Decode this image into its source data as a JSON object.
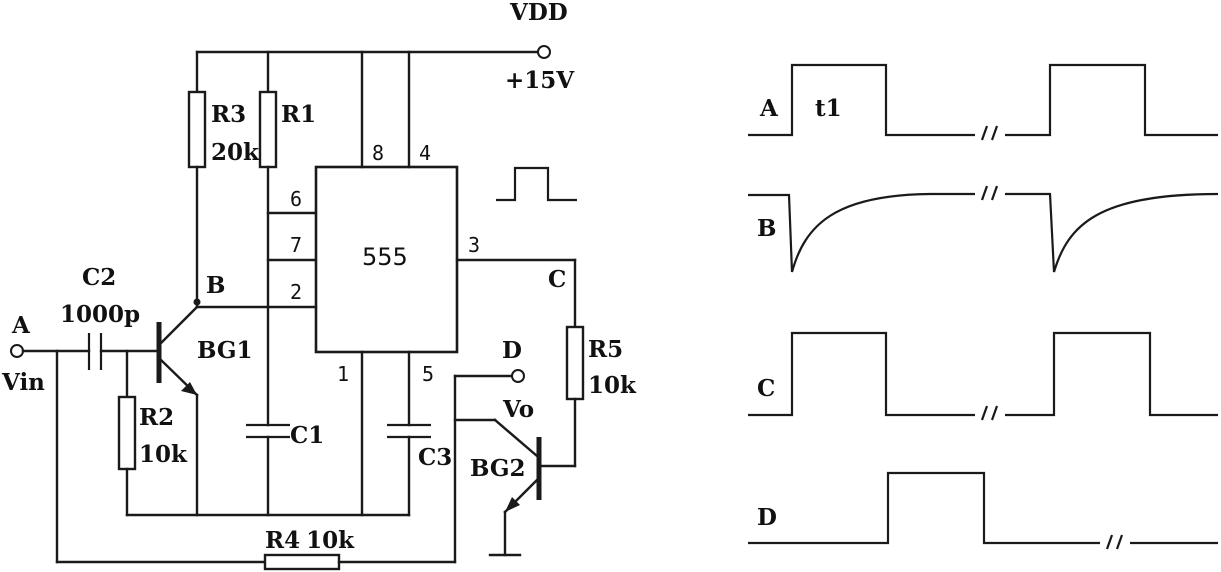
{
  "supply": {
    "name": "VDD",
    "voltage": "+15V"
  },
  "chip": {
    "label": "555",
    "pins": [
      "8",
      "4",
      "6",
      "7",
      "2",
      "3",
      "1",
      "5"
    ]
  },
  "components": {
    "c2": {
      "name": "C2",
      "value": "1000p"
    },
    "r3": {
      "name": "R3",
      "value": "20k"
    },
    "r1": {
      "name": "R1"
    },
    "r2": {
      "name": "R2",
      "value": "10k"
    },
    "r5": {
      "name": "R5",
      "value": "10k"
    },
    "r4": {
      "name": "R4",
      "value": "10k"
    },
    "c1": {
      "name": "C1"
    },
    "c3": {
      "name": "C3"
    },
    "bg1": {
      "name": "BG1"
    },
    "bg2": {
      "name": "BG2"
    }
  },
  "nodes": {
    "a": "A",
    "vin": "Vin",
    "b": "B",
    "c": "C",
    "d": "D",
    "vo": "Vo"
  },
  "waveforms": {
    "labels": [
      "A",
      "B",
      "C",
      "D"
    ],
    "t1": "t1"
  }
}
